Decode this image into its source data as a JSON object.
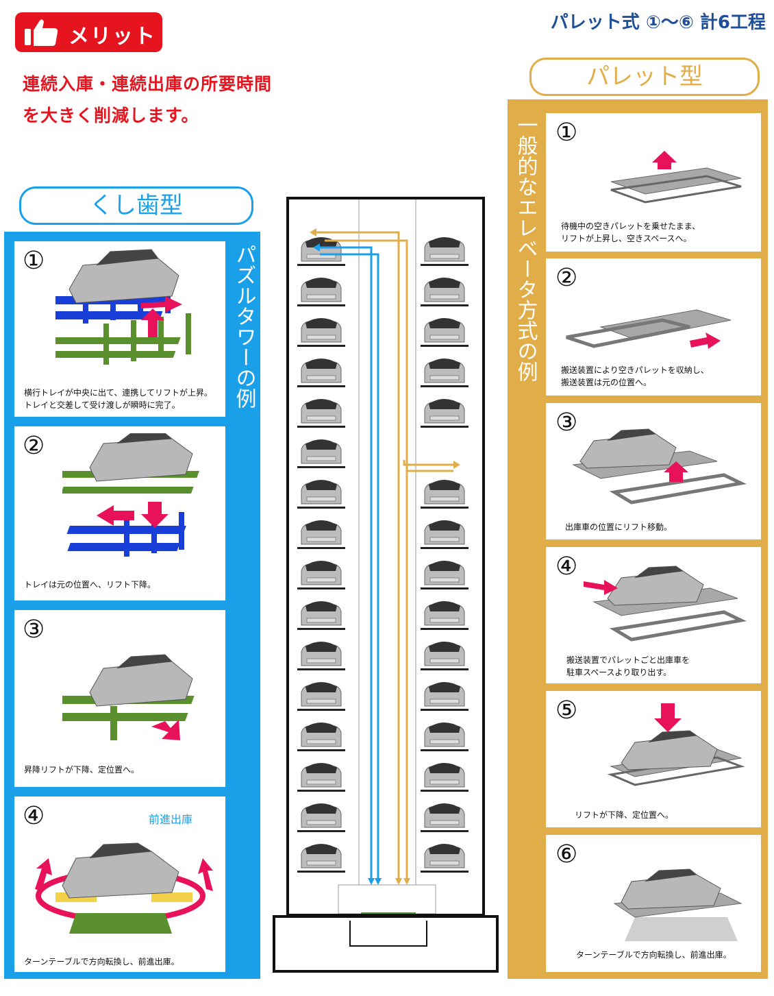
{
  "merit": {
    "label": "メリット",
    "lines": [
      "連続入庫・連続出庫の所要時間",
      "を大きく削減します。"
    ]
  },
  "header": "パレット式 ①～⑥ 計6工程",
  "kushi": {
    "title": "くし歯型",
    "vertical_label": "パズルタワーの例",
    "steps": [
      {
        "num": "①",
        "caption": [
          "横行トレイが中央に出て、連携してリフトが上昇。",
          "トレイと交差して受け渡しが瞬時に完了。"
        ]
      },
      {
        "num": "②",
        "caption": [
          "トレイは元の位置へ、リフト下降。"
        ]
      },
      {
        "num": "③",
        "caption": [
          "昇降リフトが下降、定位置へ。"
        ]
      },
      {
        "num": "④",
        "caption": [
          "ターンテーブルで方向転換し、前進出庫。"
        ],
        "tag": "前進出庫"
      }
    ]
  },
  "pallet": {
    "title": "パレット型",
    "vertical_label": "一般的なエレベータ方式の例",
    "steps": [
      {
        "num": "①",
        "caption": [
          "待機中の空きパレットを乗せたまま、",
          "リフトが上昇し、空きスペースへ。"
        ]
      },
      {
        "num": "②",
        "caption": [
          "搬送装置により空きパレットを収納し、",
          "搬送装置は元の位置へ。"
        ]
      },
      {
        "num": "③",
        "caption": [
          "出庫車の位置にリフト移動。"
        ]
      },
      {
        "num": "④",
        "caption": [
          "搬送装置でパレットごと出庫車を",
          "駐車スペースより取り出す。"
        ]
      },
      {
        "num": "⑤",
        "caption": [
          "リフトが下降、定位置へ。"
        ]
      },
      {
        "num": "⑥",
        "caption": [
          "ターンテーブルで方向転換し、前進出庫。"
        ]
      }
    ]
  },
  "colors": {
    "red": "#e6141e",
    "blue": "#1aa0e8",
    "gold": "#e1ad48",
    "navy": "#1f4e9a",
    "pink": "#e8125a",
    "green": "#5a8f2e",
    "tray_blue": "#1a3fd8"
  }
}
